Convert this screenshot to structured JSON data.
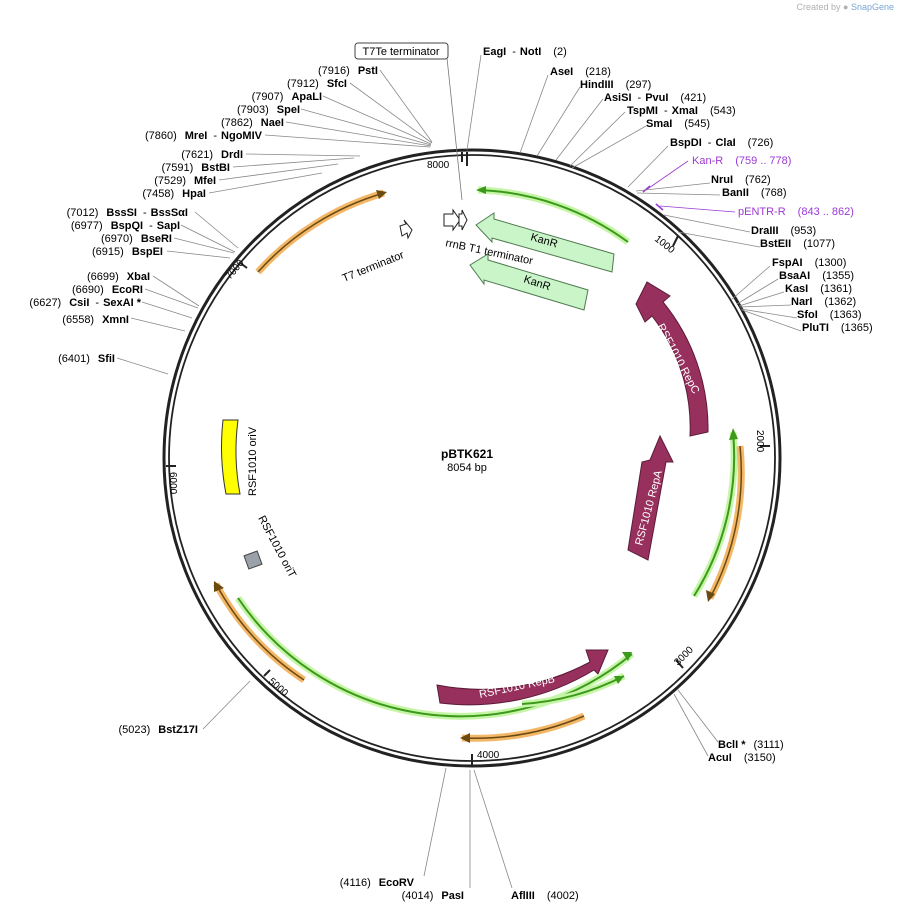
{
  "watermark": {
    "created_by": "Created by",
    "brand": "SnapGene"
  },
  "plasmid": {
    "name": "pBTK621",
    "length_text": "8054 bp"
  },
  "colors": {
    "repC": "#98305e",
    "kanR_fill": "#c9f5c9",
    "kanR_glow": "#a8f08f",
    "orf_line": "#3c9a1b",
    "orange": "#f3b768",
    "primer": "#9b39d4",
    "yellow": "#ffff00",
    "oriT": "#9aa1a8"
  },
  "ticks": [
    "1000",
    "2000",
    "3000",
    "4000",
    "5000",
    "6000",
    "7000",
    "8000"
  ],
  "enzymes_right": [
    {
      "name": "EagI",
      "name2": "NotI",
      "pos": "(2)"
    },
    {
      "name": "AseI",
      "pos": "(218)"
    },
    {
      "name": "HindIII",
      "pos": "(297)"
    },
    {
      "name": "AsiSI",
      "name2": "PvuI",
      "pos": "(421)"
    },
    {
      "name": "TspMI",
      "name2": "XmaI",
      "pos": "(543)"
    },
    {
      "name": "SmaI",
      "pos": "(545)"
    },
    {
      "name": "BspDI",
      "name2": "ClaI",
      "pos": "(726)"
    },
    {
      "name": "NruI",
      "pos": "(762)"
    },
    {
      "name": "BanII",
      "pos": "(768)"
    },
    {
      "name": "DraIII",
      "pos": "(953)"
    },
    {
      "name": "BstEII",
      "pos": "(1077)"
    },
    {
      "name": "FspAI",
      "pos": "(1300)"
    },
    {
      "name": "BsaAI",
      "pos": "(1355)"
    },
    {
      "name": "KasI",
      "pos": "(1361)"
    },
    {
      "name": "NarI",
      "pos": "(1362)"
    },
    {
      "name": "SfoI",
      "pos": "(1363)"
    },
    {
      "name": "PluTI",
      "pos": "(1365)"
    },
    {
      "name": "BclI *",
      "pos": "(3111)"
    },
    {
      "name": "AcuI",
      "pos": "(3150)"
    }
  ],
  "enzymes_left": [
    {
      "name": "PstI",
      "pos": "(7916)"
    },
    {
      "name": "SfcI",
      "pos": "(7912)"
    },
    {
      "name": "ApaLI",
      "pos": "(7907)"
    },
    {
      "name": "SpeI",
      "pos": "(7903)"
    },
    {
      "name": "NaeI",
      "pos": "(7862)"
    },
    {
      "name": "MreI",
      "name2": "NgoMIV",
      "pos": "(7860)"
    },
    {
      "name": "DrdI",
      "pos": "(7621)"
    },
    {
      "name": "BstBI",
      "pos": "(7591)"
    },
    {
      "name": "MfeI",
      "pos": "(7529)"
    },
    {
      "name": "HpaI",
      "pos": "(7458)"
    },
    {
      "name": "BssSI",
      "name2": "BssSαI",
      "pos": "(7012)"
    },
    {
      "name": "BspQI",
      "name2": "SapI",
      "pos": "(6977)"
    },
    {
      "name": "BseRI",
      "pos": "(6970)"
    },
    {
      "name": "BspEI",
      "pos": "(6915)"
    },
    {
      "name": "XbaI",
      "pos": "(6699)"
    },
    {
      "name": "EcoRI",
      "pos": "(6690)"
    },
    {
      "name": "CsiI",
      "name2": "SexAI *",
      "pos": "(6627)"
    },
    {
      "name": "XmnI",
      "pos": "(6558)"
    },
    {
      "name": "SfiI",
      "pos": "(6401)"
    },
    {
      "name": "BstZ17I",
      "pos": "(5023)"
    }
  ],
  "enzymes_bottom": [
    {
      "name": "EcoRV",
      "pos": "(4116)"
    },
    {
      "name": "PasI",
      "pos": "(4014)"
    },
    {
      "name": "AflIII",
      "pos": "(4002)"
    }
  ],
  "primers": [
    {
      "name": "Kan-R",
      "range": "(759 .. 778)"
    },
    {
      "name": "pENTR-R",
      "range": "(843 .. 862)"
    }
  ],
  "features": {
    "t7te": "T7Te terminator",
    "rrnb": "rrnB T1 terminator",
    "t7": "T7 terminator",
    "kanr1": "KanR",
    "kanr2": "KanR",
    "repc": "RSF1010 RepC",
    "repa": "RSF1010 RepA",
    "repb": "RSF1010 RepB",
    "oriv": "RSF1010 oriV",
    "orit": "RSF1010 oriT"
  }
}
